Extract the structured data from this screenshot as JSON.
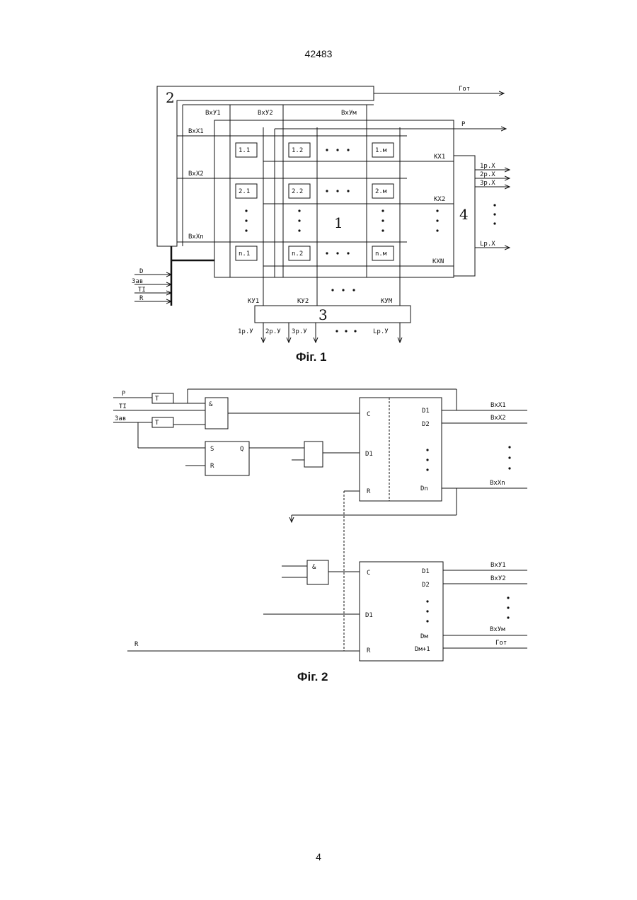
{
  "header": {
    "page_number": "42483"
  },
  "footer": {
    "page_number": "4"
  },
  "fig1": {
    "caption": "Фіг. 1",
    "block2": "2",
    "block1": "1",
    "block3": "3",
    "block4": "4",
    "out_got": "Гот",
    "out_p": "Р",
    "vx_y": [
      "ВхУ1",
      "ВхУ2",
      "ВхУм"
    ],
    "vx_x": [
      "ВхХ1",
      "ВхХ2",
      "ВхХn"
    ],
    "cells": [
      "1.1",
      "1.2",
      "1.м",
      "2.1",
      "2.2",
      "2.м",
      "n.1",
      "n.2",
      "n.м"
    ],
    "kx": [
      "КХ1",
      "КХ2",
      "КХN"
    ],
    "ky": [
      "КУ1",
      "КУ2",
      "КУМ"
    ],
    "out_x": [
      "1р.Х",
      "2р.Х",
      "3р.Х",
      "Lр.Х"
    ],
    "out_y": [
      "1р.У",
      "2р.У",
      "3р.У",
      "Lр.У"
    ],
    "inputs": [
      "D",
      "Зав",
      "ТI",
      "R"
    ]
  },
  "fig2": {
    "caption": "Фіг. 2",
    "in_p": "Р",
    "in_ti": "ТI",
    "in_zav": "Зав",
    "in_r": "R",
    "gate_and": "&",
    "gate_t": "Т",
    "trig_s": "S",
    "trig_q": "Q",
    "trig_r": "R",
    "reg1": {
      "c": "C",
      "d": "D1",
      "r": "R",
      "outs": [
        "D1",
        "D2",
        "Dn"
      ]
    },
    "reg1_out": [
      "ВхХ1",
      "ВхХ2",
      "ВхХn"
    ],
    "reg2": {
      "c": "C",
      "d": "D1",
      "r": "R",
      "outs": [
        "D1",
        "D2",
        "Dм",
        "Dм+1"
      ]
    },
    "reg2_out": [
      "ВхУ1",
      "ВхУ2",
      "ВхУм",
      "Гот"
    ]
  }
}
